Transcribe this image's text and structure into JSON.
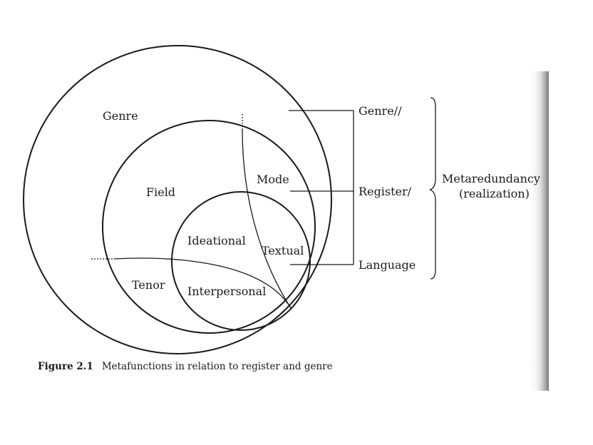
{
  "diagram": {
    "circles": {
      "outer": "Genre",
      "middle": "Field",
      "inner": "Ideational"
    },
    "regions": {
      "mode": "Mode",
      "tenor": "Tenor",
      "textual": "Textual",
      "interpersonal": "Interpersonal"
    },
    "strata": [
      "Genre//",
      "Register/",
      "Language"
    ],
    "brace_label": {
      "line1": "Metaredundancy",
      "line2": "(realization)"
    }
  },
  "caption": {
    "number": "Figure 2.1",
    "text": "Metafunctions in relation to register and genre"
  },
  "colors": {
    "ink": "#1a1a1a",
    "background": "#ffffff"
  }
}
